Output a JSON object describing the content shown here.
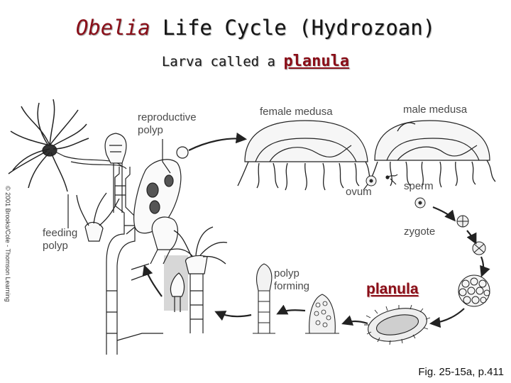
{
  "title": {
    "genus": "Obelia",
    "rest": " Life Cycle (Hydrozoan)"
  },
  "subtitle": {
    "prefix": "Larva called a ",
    "term": "planula"
  },
  "labels": {
    "reproductive_polyp": "reproductive\npolyp",
    "female_medusa": "female medusa",
    "male_medusa": "male medusa",
    "ovum": "ovum",
    "sperm": "sperm",
    "zygote": "zygote",
    "feeding_polyp": "feeding\npolyp",
    "polyp_forming": "polyp\nforming",
    "planula": "planula"
  },
  "credit": "© 2001 Brooks/Cole - Thomson Learning",
  "figure_ref": "Fig. 25-15a, p.411",
  "colors": {
    "accent": "#8a0e18",
    "ink": "#222222",
    "highlight_box": "#d7d7d7"
  }
}
